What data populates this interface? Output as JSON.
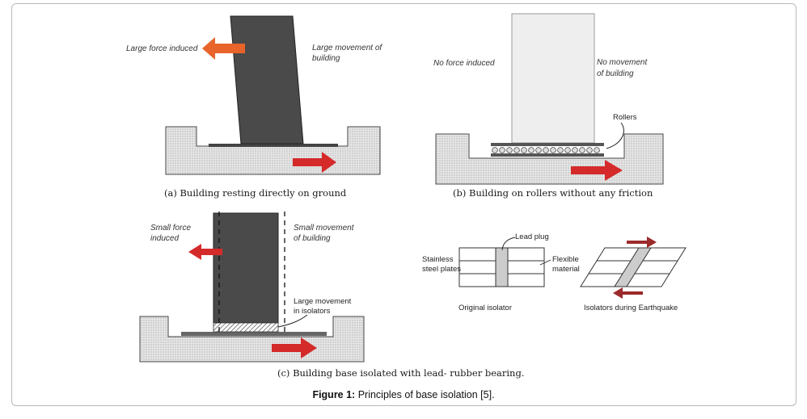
{
  "panel_a": {
    "force_label": "Large force induced",
    "movement_label_line1": "Large movement of",
    "movement_label_line2": "building",
    "caption": "(a) Building resting directly on ground"
  },
  "panel_b": {
    "force_label": "No force induced",
    "movement_label_line1": "No movement",
    "movement_label_line2": "of building",
    "rollers_label": "Rollers",
    "caption": "(b) Building on rollers without any friction"
  },
  "panel_c": {
    "force_label_line1": "Small force",
    "force_label_line2": "induced",
    "movement_label_line1": "Small movement",
    "movement_label_line2": "of building",
    "isolator_label_line1": "Large movement",
    "isolator_label_line2": "in isolators",
    "caption": "(c) Building base isolated with lead- rubber bearing."
  },
  "panel_d": {
    "lead_plug_label": "Lead plug",
    "plates_label_line1": "Stainless",
    "plates_label_line2": "steel plates",
    "flexible_label_line1": "Flexible",
    "flexible_label_line2": "material",
    "original_label": "Original isolator",
    "earthquake_label": "Isolators during Earthquake"
  },
  "figure": {
    "label": "Figure 1:",
    "text": " Principles of base isolation [5]."
  },
  "colors": {
    "arrow_orange": "#e8642a",
    "arrow_red": "#d42a2a",
    "building_dark": "#4a4a4a",
    "building_light": "#eeeeee",
    "ground": "#e2e2e2"
  }
}
